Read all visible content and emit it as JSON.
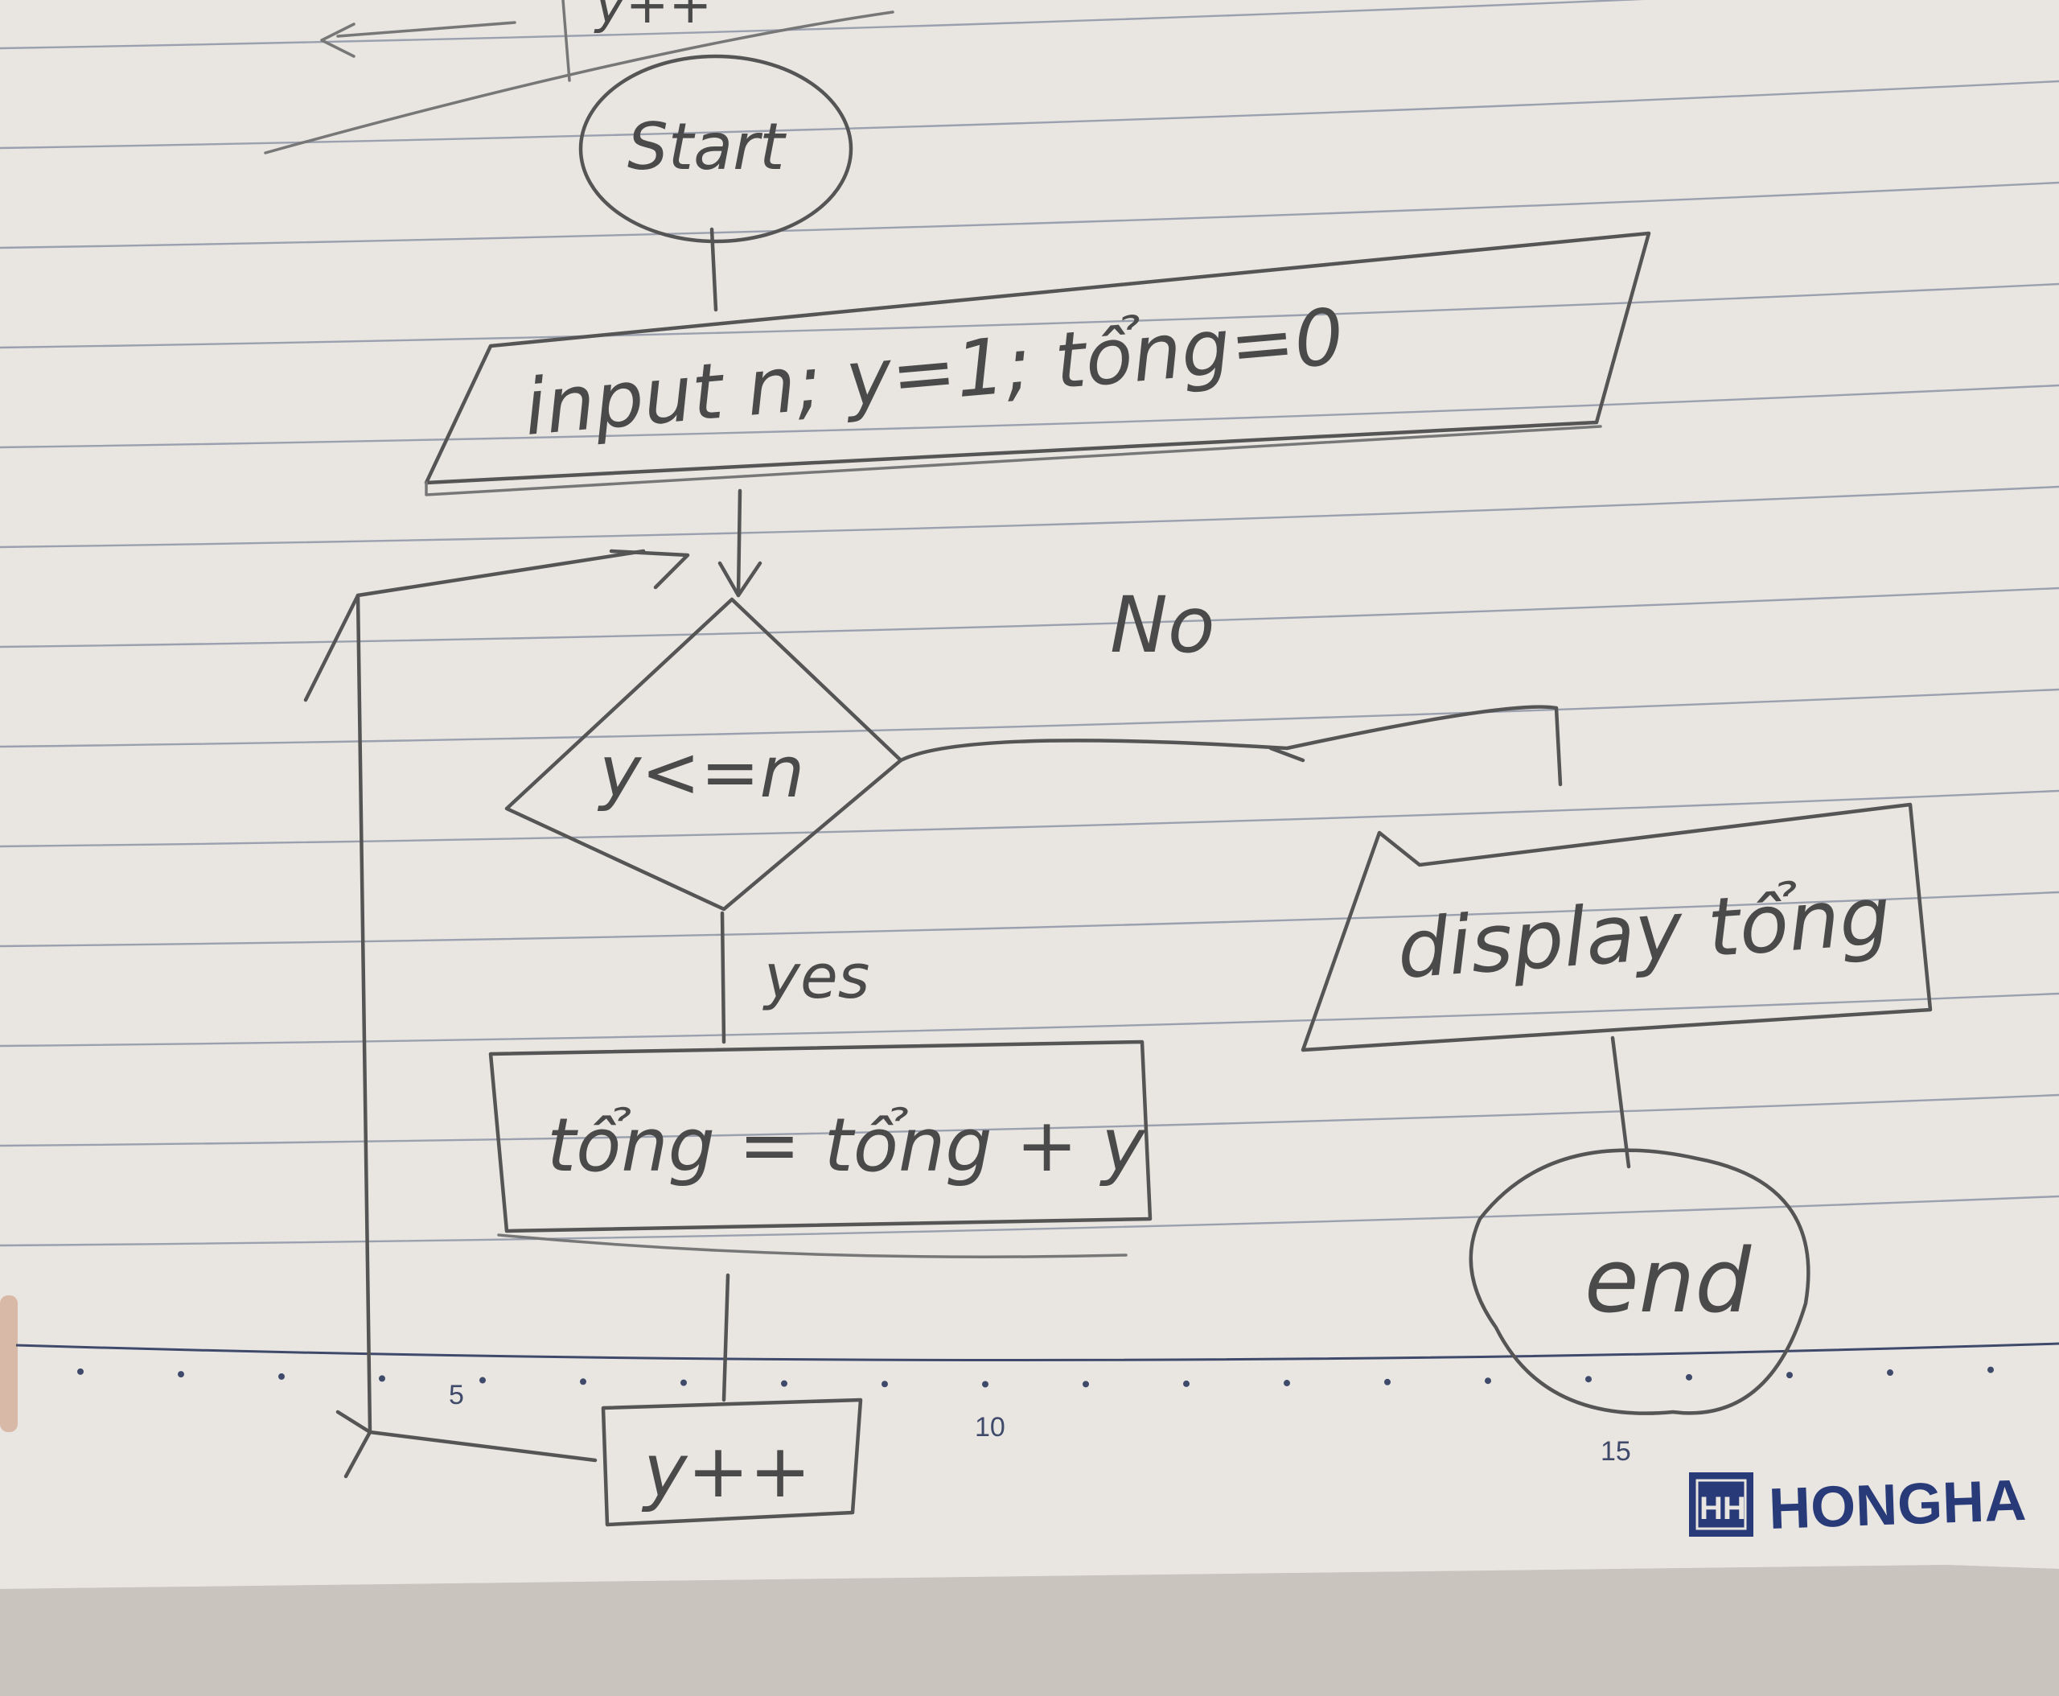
{
  "flowchart": {
    "nodes": [
      {
        "id": "start",
        "shape": "terminal",
        "label": "Start"
      },
      {
        "id": "init",
        "shape": "input-output",
        "label": "input n; y=1; tổng=0"
      },
      {
        "id": "cond",
        "shape": "decision",
        "label": "y<=n"
      },
      {
        "id": "add",
        "shape": "process",
        "label": "tổng = tổng + y"
      },
      {
        "id": "inc",
        "shape": "process",
        "label": "y++"
      },
      {
        "id": "out",
        "shape": "input-output",
        "label": "display tổng"
      },
      {
        "id": "end",
        "shape": "terminal",
        "label": "end"
      }
    ],
    "edges": [
      {
        "from": "start",
        "to": "init",
        "label": ""
      },
      {
        "from": "init",
        "to": "cond",
        "label": ""
      },
      {
        "from": "cond",
        "to": "add",
        "label": "yes"
      },
      {
        "from": "add",
        "to": "inc",
        "label": ""
      },
      {
        "from": "inc",
        "to": "cond",
        "label": ""
      },
      {
        "from": "cond",
        "to": "out",
        "label": "No"
      },
      {
        "from": "out",
        "to": "end",
        "label": ""
      }
    ],
    "top_fragment_label": "y++"
  },
  "notebook": {
    "ruler_numbers": [
      "5",
      "10",
      "15"
    ],
    "brand_logo_text": "HH",
    "brand_name": "HONGHA"
  },
  "colors": {
    "paper": "#e9e6e1",
    "ink": "#555555",
    "rule_lines": "#9aa0ae",
    "brand": "#283a78"
  }
}
